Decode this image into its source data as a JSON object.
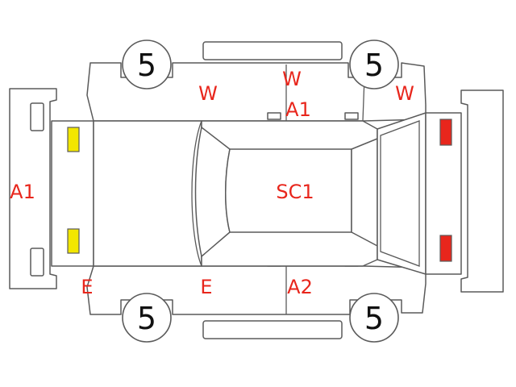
{
  "colors": {
    "outline": "#5a5a5a",
    "label": "#e8261c",
    "front_lamp": "#f2e600",
    "rear_lamp": "#e8261c"
  },
  "tires": {
    "front_left": "5",
    "rear_left": "5",
    "front_right": "5",
    "rear_right": "5"
  },
  "labels": {
    "front_bumper": "A1",
    "upper_front_fender": "W",
    "upper_roof_pillar": "W",
    "upper_rear_door": "A1",
    "upper_rear_quarter": "W",
    "roof": "SC1",
    "lower_front_fender": "E",
    "lower_front_door": "E",
    "lower_rear_door": "A2"
  }
}
